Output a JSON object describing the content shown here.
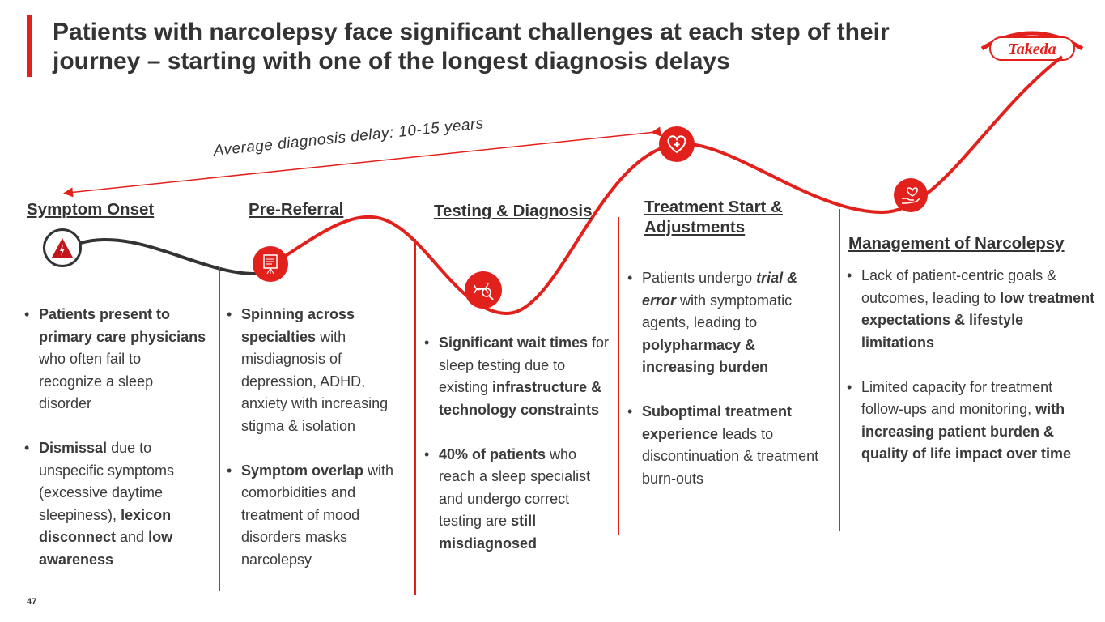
{
  "title": "Patients with narcolepsy face significant challenges at each step of their journey – starting with one of the longest diagnosis delays",
  "logo_text": "Takeda",
  "delay_label": "Average diagnosis delay: 10-15 years",
  "page_number": "47",
  "colors": {
    "accent": "#e3211c",
    "dark": "#333333"
  },
  "stages": [
    {
      "header": "Symptom Onset",
      "icon": "warning-lightning-icon",
      "bullets": [
        [
          {
            "t": "Patients present to primary care physicians",
            "b": true
          },
          {
            "t": " who often fail to recognize a sleep disorder"
          }
        ],
        [
          {
            "t": "Dismissal",
            "b": true
          },
          {
            "t": " due to unspecific symptoms (excessive daytime sleepiness), "
          },
          {
            "t": "lexicon disconnect",
            "b": true
          },
          {
            "t": " and "
          },
          {
            "t": "low awareness",
            "b": true
          }
        ]
      ]
    },
    {
      "header": "Pre-Referral",
      "icon": "presentation-board-icon",
      "bullets": [
        [
          {
            "t": "Spinning across specialties",
            "b": true
          },
          {
            "t": " with misdiagnosis of depression, ADHD, anxiety with increasing stigma & isolation"
          }
        ],
        [
          {
            "t": "Symptom overlap",
            "b": true
          },
          {
            "t": " with comorbidities and treatment of mood disorders masks narcolepsy"
          }
        ]
      ]
    },
    {
      "header": "Testing & Diagnosis",
      "icon": "dna-magnifier-icon",
      "bullets": [
        [
          {
            "t": "Significant wait times",
            "b": true
          },
          {
            "t": " for sleep testing due to existing "
          },
          {
            "t": "infrastructure & technology constraints",
            "b": true
          }
        ],
        [
          {
            "t": "40% of patients",
            "b": true
          },
          {
            "t": " who reach a sleep specialist and undergo correct testing are "
          },
          {
            "t": "still misdiagnosed",
            "b": true
          }
        ]
      ]
    },
    {
      "header": "Treatment Start & Adjustments",
      "icon": "heart-plus-icon",
      "bullets": [
        [
          {
            "t": "Patients undergo "
          },
          {
            "t": "trial & error",
            "b": true,
            "i": true
          },
          {
            "t": " with symptomatic agents, leading to "
          },
          {
            "t": "polypharmacy & increasing burden",
            "b": true
          }
        ],
        [
          {
            "t": "Suboptimal treatment experience",
            "b": true
          },
          {
            "t": " leads to discontinuation & treatment burn-outs"
          }
        ]
      ]
    },
    {
      "header": "Management of Narcolepsy",
      "icon": "hand-heart-icon",
      "bullets": [
        [
          {
            "t": "Lack of patient-centric goals & outcomes, leading to "
          },
          {
            "t": "low treatment expectations & lifestyle limitations",
            "b": true
          }
        ],
        [
          {
            "t": "Limited capacity for treatment follow-ups and monitoring, "
          },
          {
            "t": "with increasing patient burden & quality of life impact over time",
            "b": true
          }
        ]
      ]
    }
  ]
}
